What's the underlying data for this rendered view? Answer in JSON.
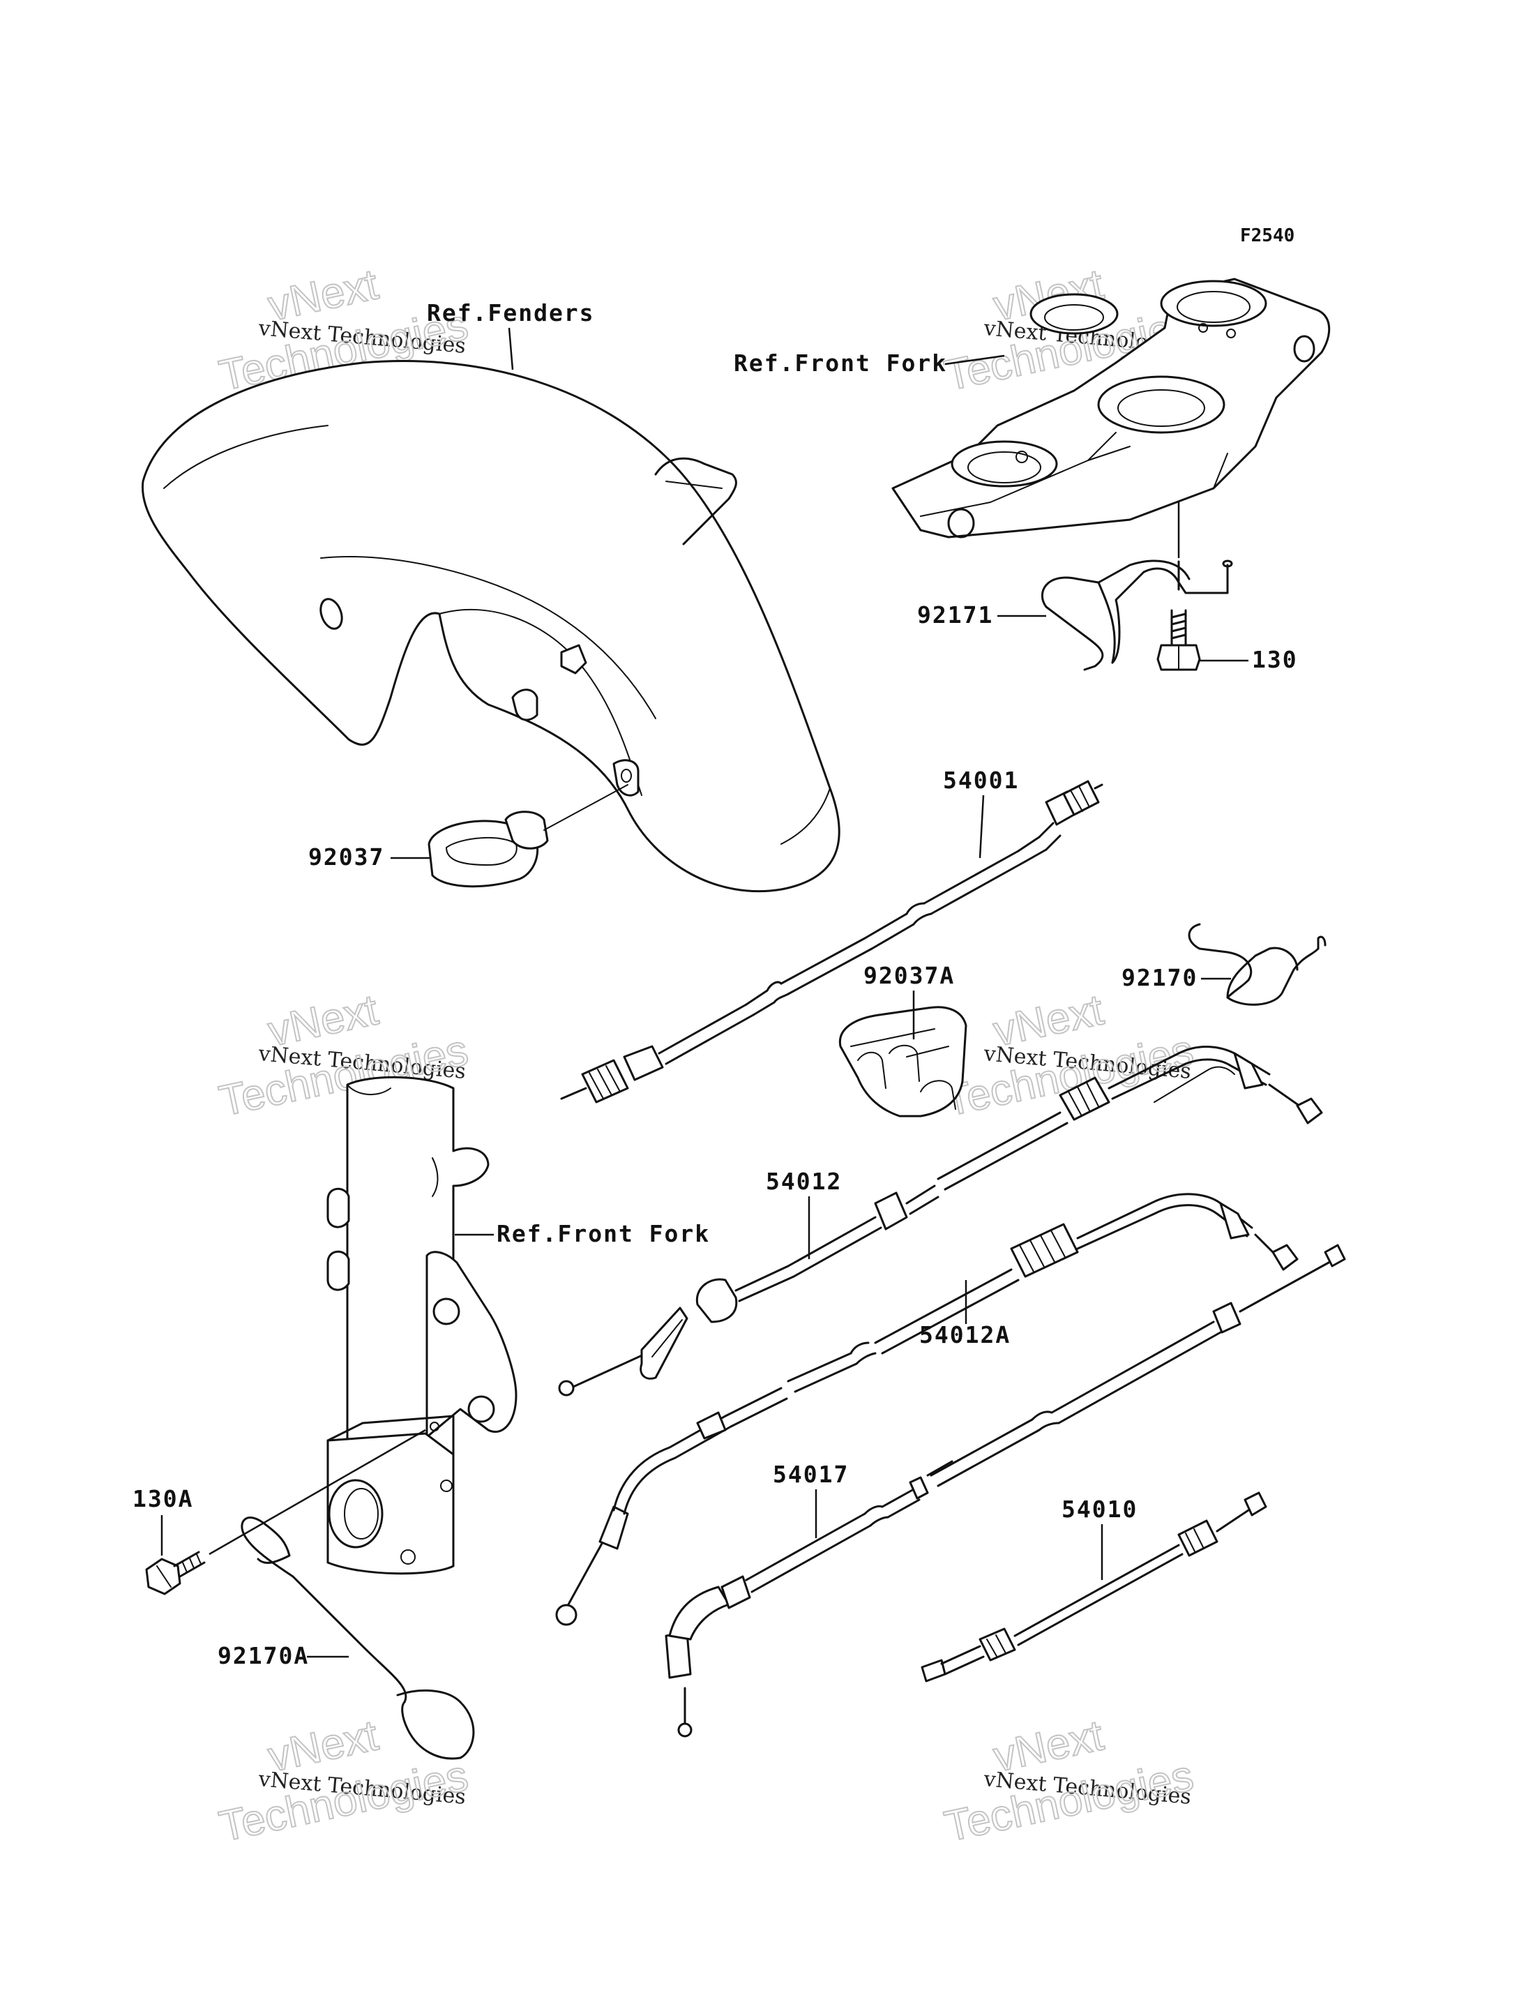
{
  "diagram": {
    "code": "F2540",
    "references": {
      "fenders": "Ref.Fenders",
      "front_fork_top": "Ref.Front Fork",
      "front_fork_leg": "Ref.Front Fork"
    },
    "parts": [
      {
        "id": "p92171",
        "number": "92171"
      },
      {
        "id": "p130",
        "number": "130"
      },
      {
        "id": "p54001",
        "number": "54001"
      },
      {
        "id": "p92037",
        "number": "92037"
      },
      {
        "id": "p92170",
        "number": "92170"
      },
      {
        "id": "p92037A",
        "number": "92037A"
      },
      {
        "id": "p54012",
        "number": "54012"
      },
      {
        "id": "p54012A",
        "number": "54012A"
      },
      {
        "id": "p130A",
        "number": "130A"
      },
      {
        "id": "p54017",
        "number": "54017"
      },
      {
        "id": "p54010",
        "number": "54010"
      },
      {
        "id": "p92170A",
        "number": "92170A"
      }
    ],
    "watermark": {
      "line1": "vNext",
      "line2": "vNext Technologies",
      "line3": "Technologies"
    }
  }
}
